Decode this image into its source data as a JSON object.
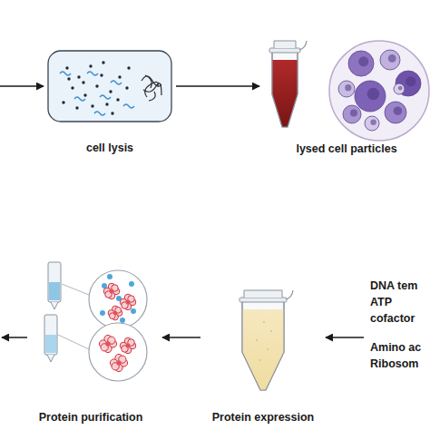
{
  "diagram": {
    "nodes": [
      {
        "text": [
          "cell lysis"
        ]
      },
      {
        "text": [
          "lysed cell particles"
        ]
      },
      {
        "text": [
          "Protein purification"
        ]
      },
      {
        "text": [
          "Protein expression"
        ]
      },
      {
        "text": [
          "DNA tem",
          "ATP",
          "cofactor",
          "Amino ac",
          "Ribosom"
        ]
      }
    ],
    "edges": [
      {
        "from": 0,
        "to": 1,
        "arrow": "to"
      },
      {
        "from": 4,
        "to": 3,
        "arrow": "to"
      },
      {
        "from": 3,
        "to": 2,
        "arrow": "to"
      }
    ]
  }
}
